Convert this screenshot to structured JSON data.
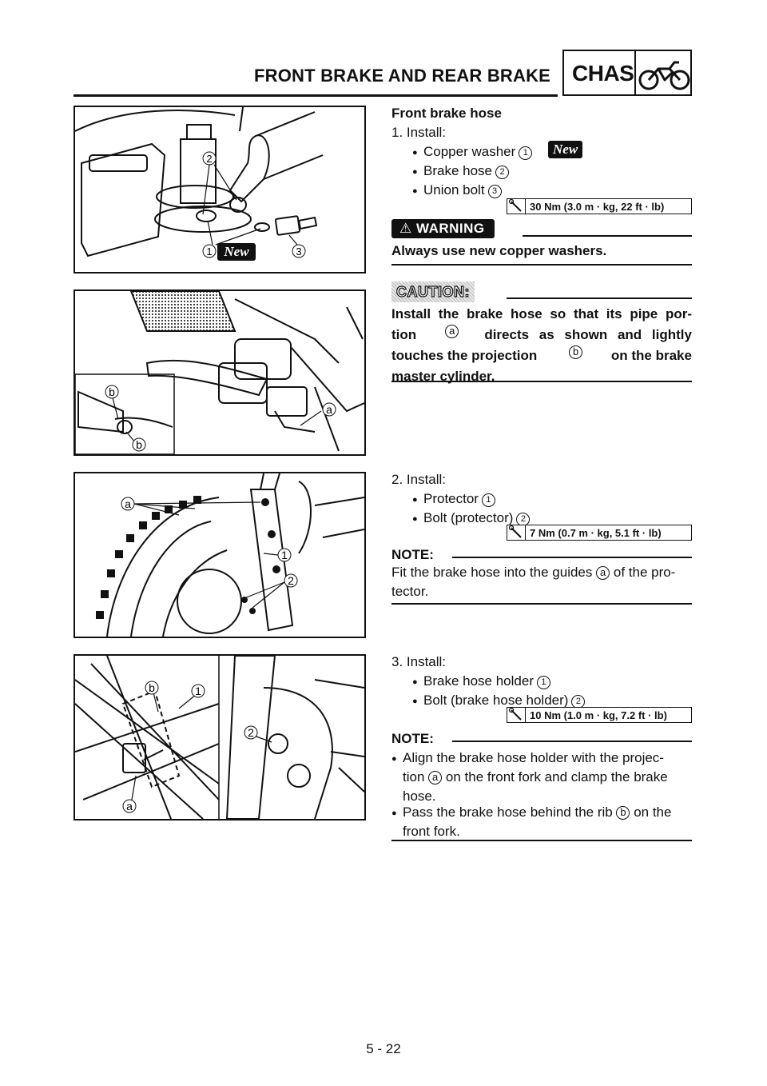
{
  "header": {
    "title": "FRONT BRAKE AND REAR BRAKE",
    "section_code": "CHAS"
  },
  "figures": {
    "fig1": {
      "callouts": [
        "1",
        "2",
        "3"
      ],
      "new_label": "New"
    },
    "fig2": {
      "callouts": [
        "a",
        "b",
        "b"
      ]
    },
    "fig3": {
      "callouts": [
        "a",
        "1",
        "2"
      ]
    },
    "fig4": {
      "callouts": [
        "b",
        "1",
        "2",
        "a"
      ]
    }
  },
  "sections": {
    "front_brake_hose": {
      "heading": "Front brake hose",
      "step": "1.  Install:",
      "items": [
        {
          "text": "Copper washer",
          "ref": "1",
          "new": "New"
        },
        {
          "text": "Brake hose",
          "ref": "2"
        },
        {
          "text": "Union bolt",
          "ref": "3"
        }
      ],
      "torque": "30 Nm (3.0 m · kg, 22 ft · lb)"
    },
    "warning": {
      "label": "WARNING",
      "text": "Always use new copper washers."
    },
    "caution": {
      "label": "CAUTION:",
      "line1": "Install the brake hose so that its pipe por-",
      "line2a": "tion",
      "ref_a": "a",
      "line2b": "directs as shown and lightly",
      "line3a": "touches the projection",
      "ref_b": "b",
      "line3b": "on the brake",
      "line4": "master cylinder."
    },
    "step2": {
      "step": "2.  Install:",
      "items": [
        {
          "text": "Protector",
          "ref": "1"
        },
        {
          "text": "Bolt (protector)",
          "ref": "2"
        }
      ],
      "torque": "7 Nm (0.7 m · kg, 5.1 ft · lb)",
      "note_label": "NOTE:",
      "note_a": "Fit the brake hose into the guides",
      "note_ref": "a",
      "note_b": "of the pro-",
      "note_c": "tector."
    },
    "step3": {
      "step": "3.  Install:",
      "items": [
        {
          "text": "Brake hose holder",
          "ref": "1"
        },
        {
          "text": "Bolt (brake hose holder)",
          "ref": "2"
        }
      ],
      "torque": "10 Nm (1.0 m · kg, 7.2 ft · lb)",
      "note_label": "NOTE:",
      "b1_l1": "Align the brake hose holder with the projec-",
      "b1_l2a": "tion",
      "b1_ref": "a",
      "b1_l2b": "on the front fork and clamp the brake",
      "b1_l3": "hose.",
      "b2_l1a": "Pass the brake hose behind the rib",
      "b2_ref": "b",
      "b2_l1b": "on the",
      "b2_l2": "front fork."
    }
  },
  "footer": {
    "page_number": "5 - 22"
  }
}
